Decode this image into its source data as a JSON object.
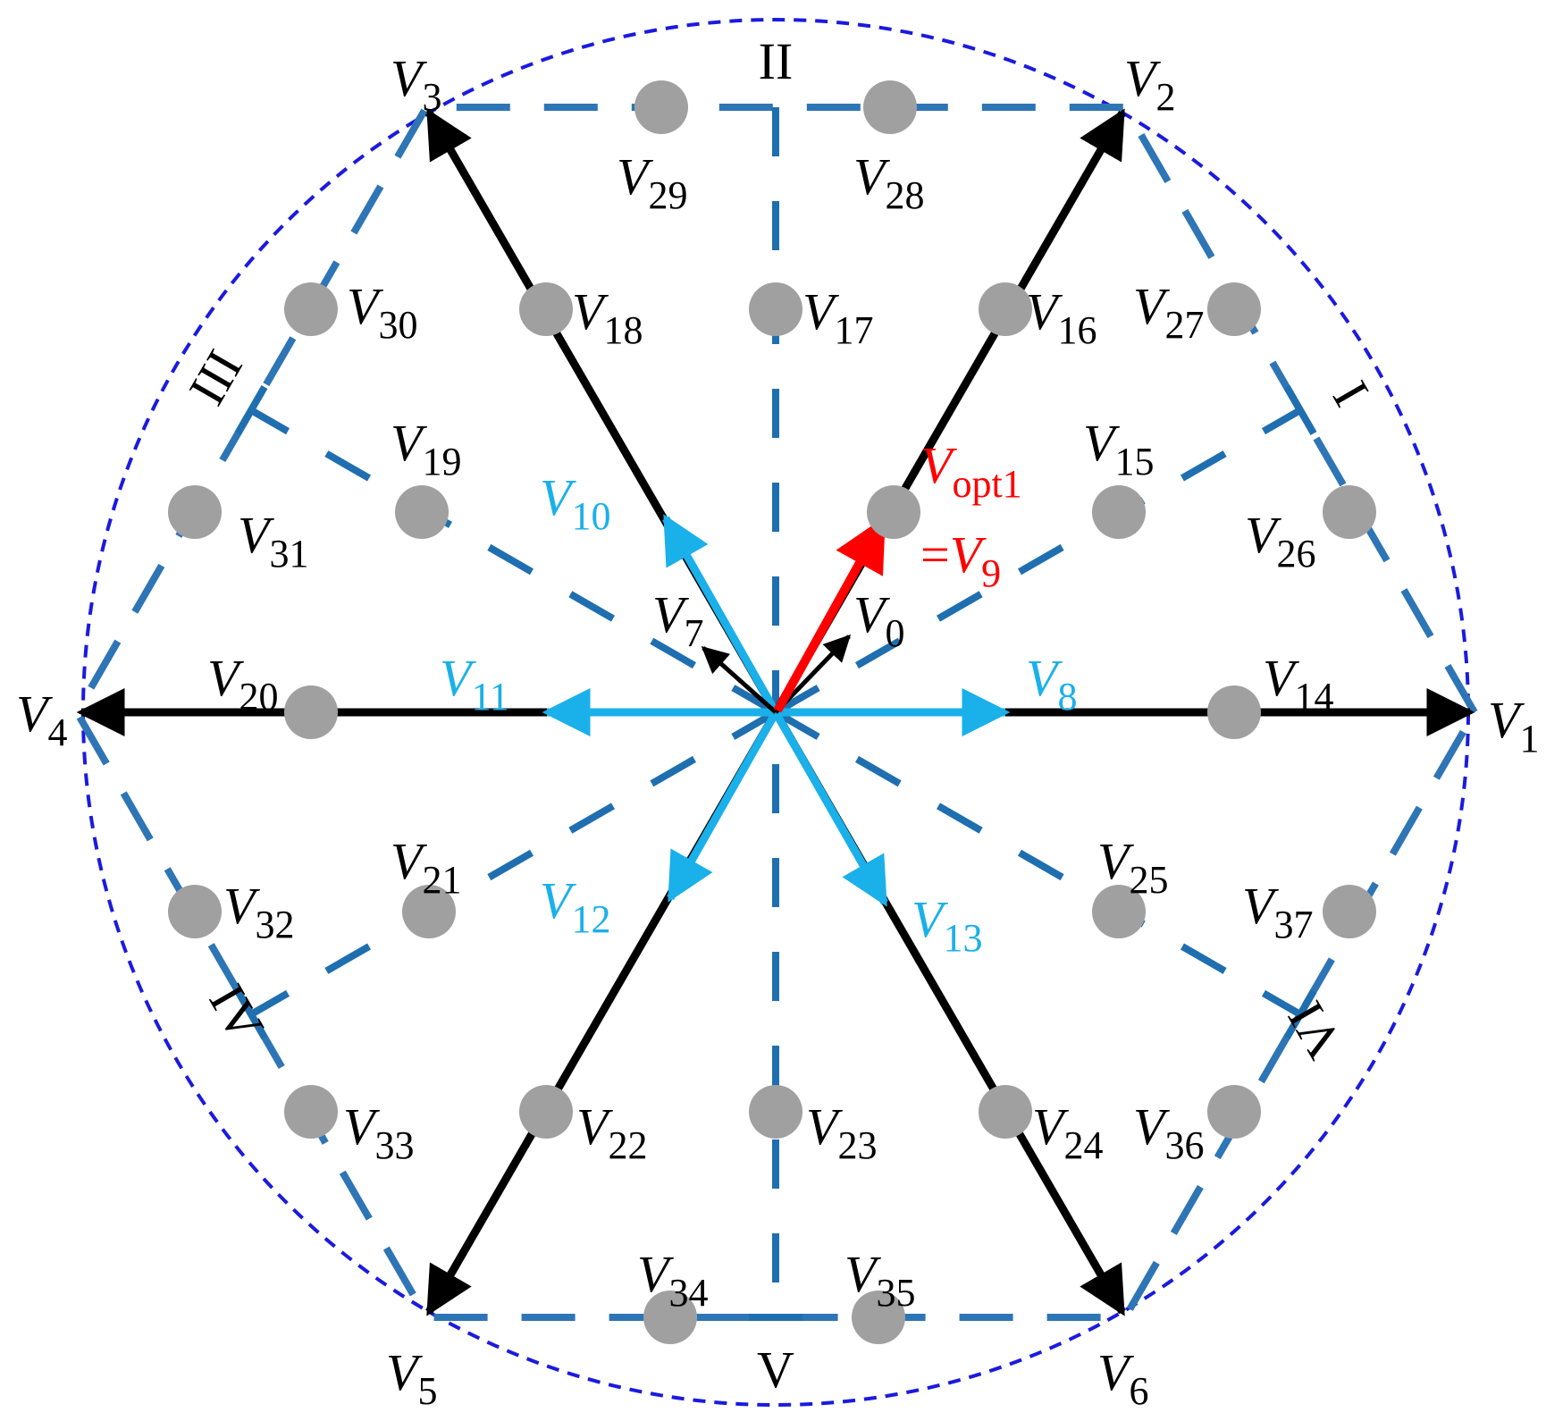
{
  "colors": {
    "circle": "#1a1ae0",
    "hexagon": "#2e75b6",
    "sector_line": "#1f6fb0",
    "small_vector": "#1ab0ea",
    "large_vector": "#000000",
    "optimal_vector": "#ff0000",
    "node": "#a0a0a0",
    "text": "#000000"
  },
  "sectors": [
    {
      "id": "I",
      "label": "I"
    },
    {
      "id": "II",
      "label": "II"
    },
    {
      "id": "III",
      "label": "III"
    },
    {
      "id": "IV",
      "label": "IV"
    },
    {
      "id": "V",
      "label": "V"
    },
    {
      "id": "VI",
      "label": "VI"
    }
  ],
  "vectors": [
    {
      "id": "V0",
      "main": "V",
      "sub": "0"
    },
    {
      "id": "V1",
      "main": "V",
      "sub": "1"
    },
    {
      "id": "V2",
      "main": "V",
      "sub": "2"
    },
    {
      "id": "V3",
      "main": "V",
      "sub": "3"
    },
    {
      "id": "V4",
      "main": "V",
      "sub": "4"
    },
    {
      "id": "V5",
      "main": "V",
      "sub": "5"
    },
    {
      "id": "V6",
      "main": "V",
      "sub": "6"
    },
    {
      "id": "V7",
      "main": "V",
      "sub": "7"
    },
    {
      "id": "V8",
      "main": "V",
      "sub": "8"
    },
    {
      "id": "V10",
      "main": "V",
      "sub": "10"
    },
    {
      "id": "V11",
      "main": "V",
      "sub": "11"
    },
    {
      "id": "V12",
      "main": "V",
      "sub": "12"
    },
    {
      "id": "V13",
      "main": "V",
      "sub": "13"
    },
    {
      "id": "V14",
      "main": "V",
      "sub": "14"
    },
    {
      "id": "V15",
      "main": "V",
      "sub": "15"
    },
    {
      "id": "V16",
      "main": "V",
      "sub": "16"
    },
    {
      "id": "V17",
      "main": "V",
      "sub": "17"
    },
    {
      "id": "V18",
      "main": "V",
      "sub": "18"
    },
    {
      "id": "V19",
      "main": "V",
      "sub": "19"
    },
    {
      "id": "V20",
      "main": "V",
      "sub": "20"
    },
    {
      "id": "V21",
      "main": "V",
      "sub": "21"
    },
    {
      "id": "V22",
      "main": "V",
      "sub": "22"
    },
    {
      "id": "V23",
      "main": "V",
      "sub": "23"
    },
    {
      "id": "V24",
      "main": "V",
      "sub": "24"
    },
    {
      "id": "V25",
      "main": "V",
      "sub": "25"
    },
    {
      "id": "V26",
      "main": "V",
      "sub": "26"
    },
    {
      "id": "V27",
      "main": "V",
      "sub": "27"
    },
    {
      "id": "V28",
      "main": "V",
      "sub": "28"
    },
    {
      "id": "V29",
      "main": "V",
      "sub": "29"
    },
    {
      "id": "V30",
      "main": "V",
      "sub": "30"
    },
    {
      "id": "V31",
      "main": "V",
      "sub": "31"
    },
    {
      "id": "V32",
      "main": "V",
      "sub": "32"
    },
    {
      "id": "V33",
      "main": "V",
      "sub": "33"
    },
    {
      "id": "V34",
      "main": "V",
      "sub": "34"
    },
    {
      "id": "V35",
      "main": "V",
      "sub": "35"
    },
    {
      "id": "V36",
      "main": "V",
      "sub": "36"
    },
    {
      "id": "V37",
      "main": "V",
      "sub": "37"
    }
  ],
  "optimal": {
    "line1_main": "V",
    "line1_sub": "opt1",
    "line2_prefix": "=",
    "line2_main": "V",
    "line2_sub": "9"
  }
}
